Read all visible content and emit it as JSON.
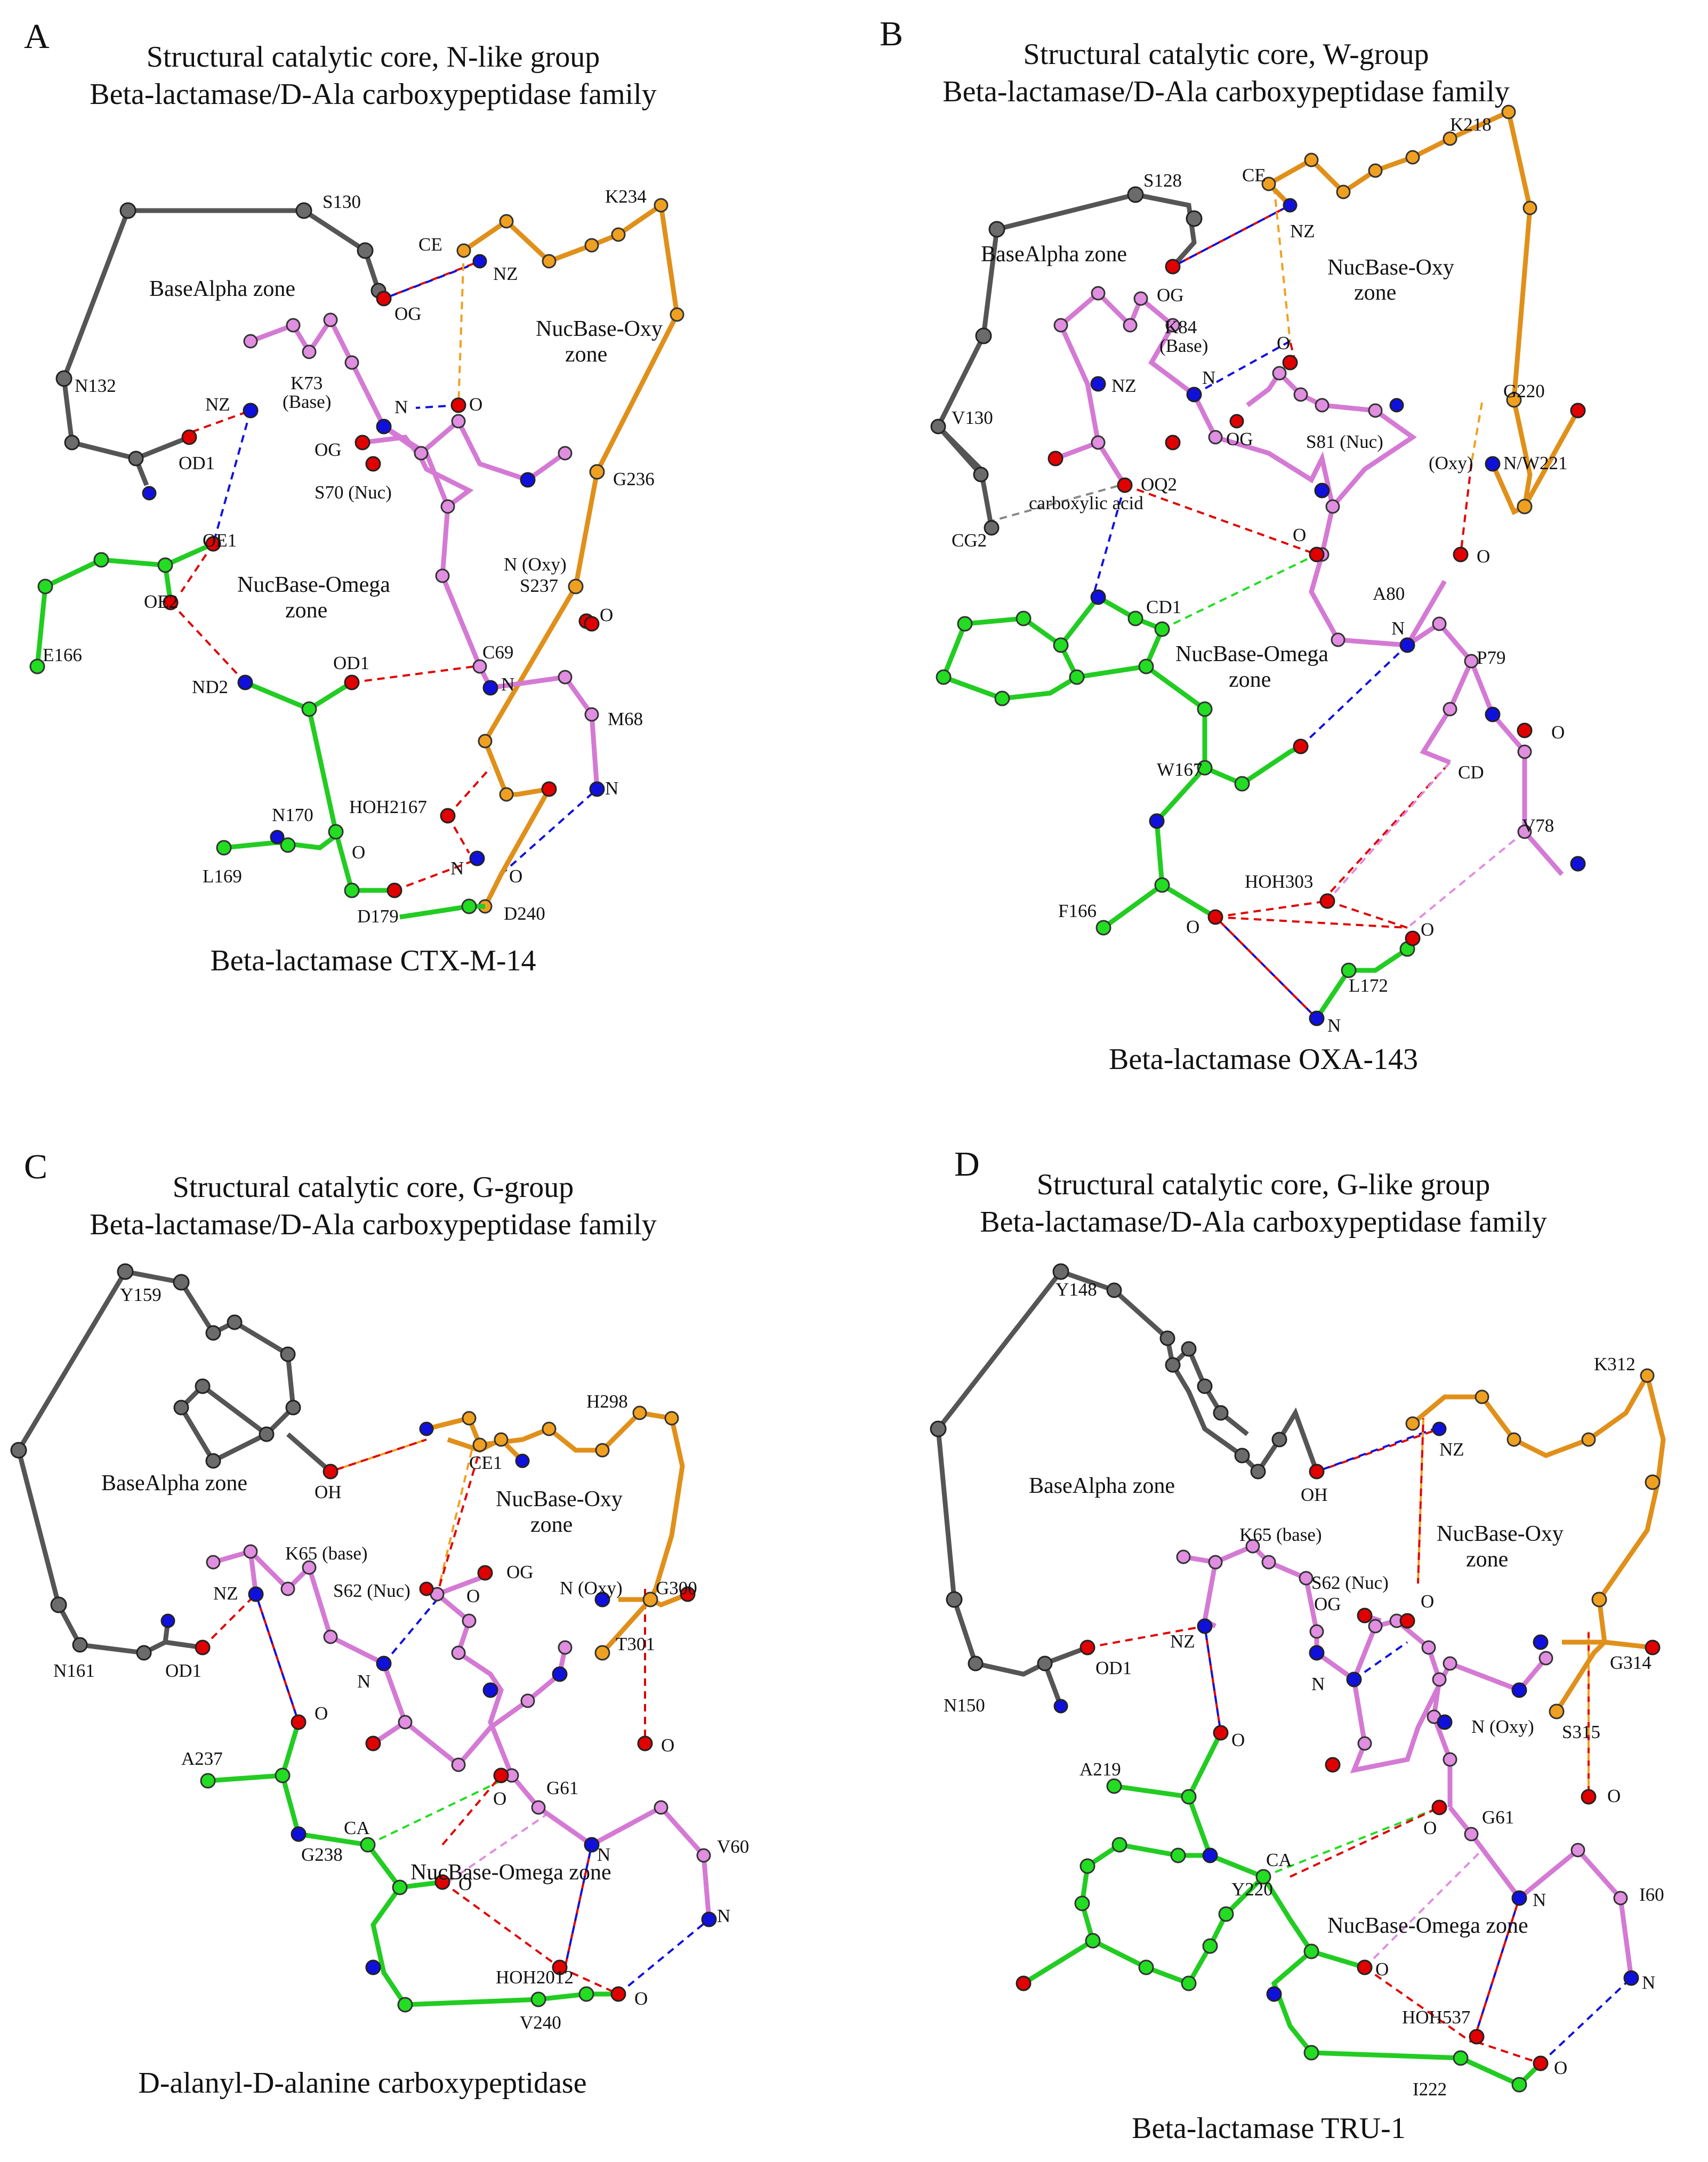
{
  "colors": {
    "baseAlpha": "#6b6b6b",
    "nuc": "#e08ee0",
    "omega": "#22dd22",
    "oxy": "#f0a020",
    "nitrogen": "#1010dd",
    "oxygen": "#e00000",
    "hbond_red": "#e00000",
    "hbond_blue": "#1010dd",
    "hbond_orange": "#f0a020",
    "hbond_green": "#22dd22",
    "hbond_violet": "#e08ee0",
    "hbond_grey": "#888888"
  },
  "panels": [
    {
      "letter": "A",
      "title1": "Structural catalytic core, N-like group",
      "title2": "Beta-lactamase/D-Ala carboxypeptidase family",
      "caption": "Beta-lactamase CTX-M-14",
      "zones": [
        "BaseAlpha zone",
        "NucBase-Oxy",
        "zone",
        "NucBase-Omega",
        "zone"
      ],
      "labels": [
        "S130",
        "CE",
        "NZ",
        "K234",
        "OG",
        "N132",
        "NZ",
        "K73",
        "(Base)",
        "N",
        "O",
        "OD1",
        "OG",
        "S70 (Nuc)",
        "G236",
        "OE1",
        "OE2",
        "N (Oxy)",
        "S237",
        "O",
        "E166",
        "C69",
        "ND2",
        "OD1",
        "N",
        "M68",
        "N",
        "HOH2167",
        "N170",
        "O",
        "L169",
        "N",
        "O",
        "D179",
        "D240"
      ]
    },
    {
      "letter": "B",
      "title1": "Structural catalytic core, W-group",
      "title2": "Beta-lactamase/D-Ala carboxypeptidase family",
      "caption": "Beta-lactamase OXA-143",
      "zones": [
        "BaseAlpha zone",
        "NucBase-Oxy",
        "zone",
        "NucBase-Omega",
        "zone"
      ],
      "labels": [
        "K218",
        "S128",
        "CE",
        "NZ",
        "OG",
        "K84",
        "(Base)",
        "O",
        "NZ",
        "N",
        "G220",
        "V130",
        "OG",
        "S81 (Nuc)",
        "(Oxy)",
        "N/W221",
        "OQ2",
        "carboxylic acid",
        "CG2",
        "O",
        "O",
        "CD1",
        "A80",
        "N",
        "P79",
        "O",
        "W167",
        "CD",
        "V78",
        "HOH303",
        "F166",
        "O",
        "O",
        "L172",
        "N"
      ]
    },
    {
      "letter": "C",
      "title1": "Structural catalytic core, G-group",
      "title2": "Beta-lactamase/D-Ala carboxypeptidase family",
      "caption": "D-alanyl-D-alanine carboxypeptidase",
      "zones": [
        "BaseAlpha zone",
        "NucBase-Oxy",
        "zone",
        "NucBase-Omega zone"
      ],
      "labels": [
        "Y159",
        "H298",
        "CE1",
        "OH",
        "K65 (base)",
        "OG",
        "NZ",
        "S62 (Nuc)",
        "O",
        "N (Oxy)",
        "G300",
        "T301",
        "N161",
        "OD1",
        "N",
        "O",
        "A237",
        "O",
        "O",
        "G61",
        "CA",
        "G238",
        "N",
        "V60",
        "O",
        "N",
        "HOH2012",
        "O",
        "V240"
      ]
    },
    {
      "letter": "D",
      "title1": "Structural catalytic core, G-like group",
      "title2": "Beta-lactamase/D-Ala carboxypeptidase family",
      "caption": "Beta-lactamase TRU-1",
      "zones": [
        "BaseAlpha zone",
        "NucBase-Oxy",
        "zone",
        "NucBase-Omega zone"
      ],
      "labels": [
        "Y148",
        "K312",
        "NZ",
        "OH",
        "K65 (base)",
        "S62 (Nuc)",
        "OG",
        "O",
        "NZ",
        "OD1",
        "N150",
        "N",
        "G314",
        "N (Oxy)",
        "S315",
        "O",
        "O",
        "A219",
        "O",
        "G61",
        "CA",
        "N",
        "I60",
        "Y220",
        "O",
        "N",
        "HOH537",
        "O",
        "I222"
      ]
    }
  ]
}
